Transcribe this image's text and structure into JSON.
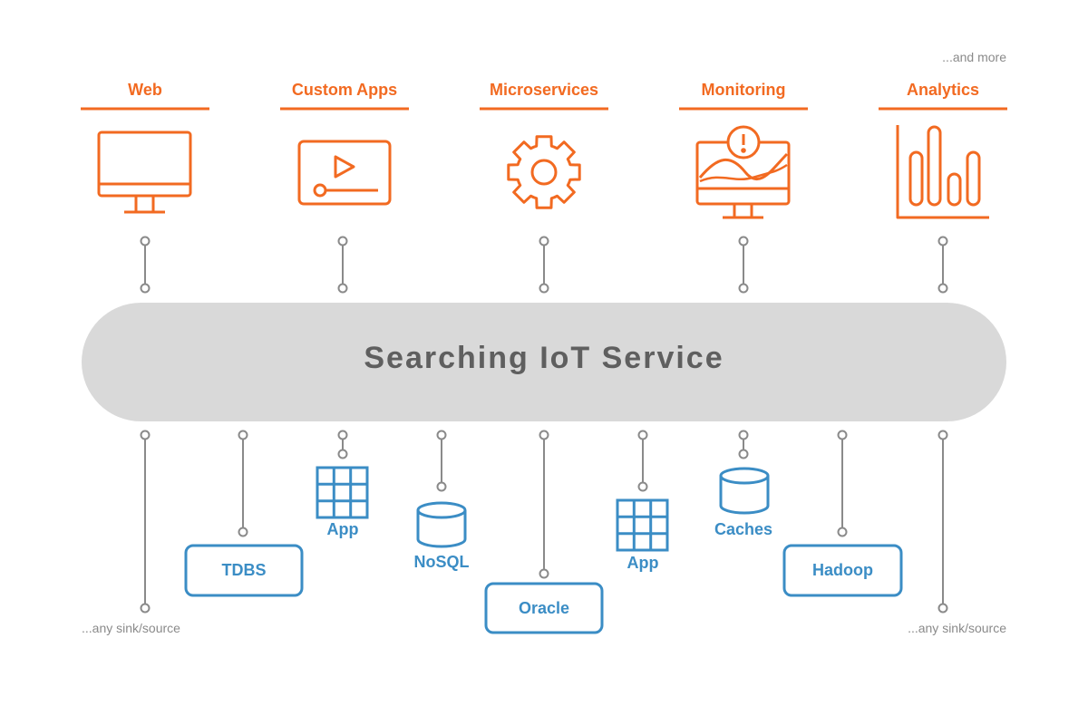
{
  "top_note": "...and more",
  "consumers": [
    {
      "label": "Web",
      "icon": "monitor-icon"
    },
    {
      "label": "Custom Apps",
      "icon": "video-player-icon"
    },
    {
      "label": "Microservices",
      "icon": "gear-icon"
    },
    {
      "label": "Monitoring",
      "icon": "monitoring-alert-icon"
    },
    {
      "label": "Analytics",
      "icon": "bar-chart-icon"
    }
  ],
  "bus": {
    "label": "Searching IoT Service"
  },
  "sources": {
    "left_note": "...any sink/source",
    "right_note": "...any sink/source",
    "tdbs": "TDBS",
    "app_left": "App",
    "nosql": "NoSQL",
    "oracle": "Oracle",
    "app_right": "App",
    "caches": "Caches",
    "hadoop": "Hadoop"
  },
  "colors": {
    "orange": "#f26a21",
    "blue": "#3b8dc5",
    "bus_fill": "#d9d9d9",
    "bus_text": "#5f5f5f",
    "connector": "#8a8a8a",
    "note": "#8a8a8a"
  }
}
